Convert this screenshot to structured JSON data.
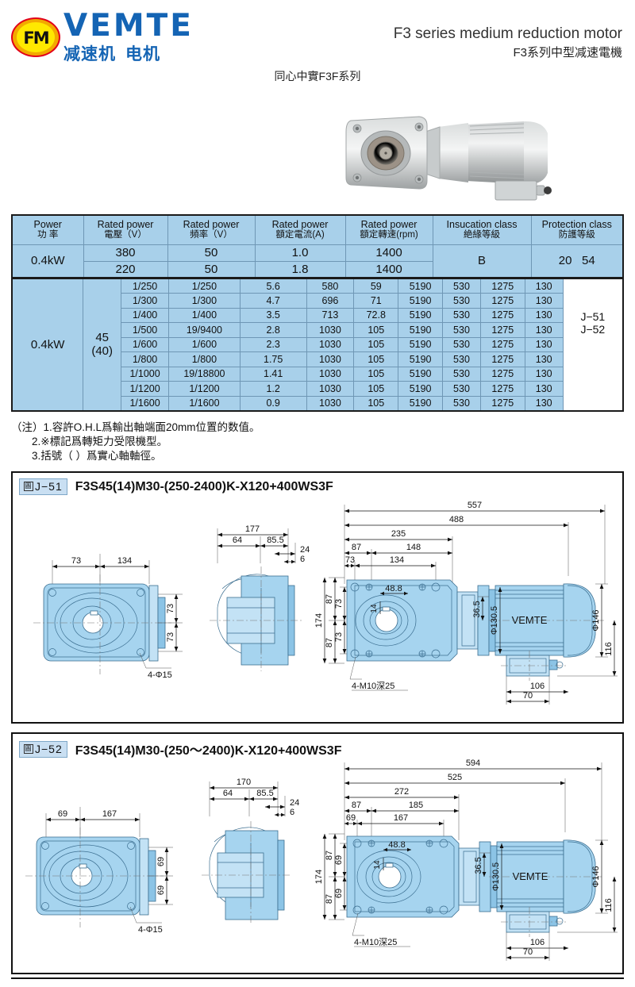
{
  "brand": {
    "name": "VEMTE",
    "monogram": "FM",
    "cn_left": "减速机",
    "cn_right": "电机"
  },
  "header": {
    "title_en": "F3 series medium reduction motor",
    "title_cn": "F3系列中型减速電機",
    "subtitle_cn": "同心中實F3F系列"
  },
  "spec_table": {
    "headers": [
      {
        "en": "Power",
        "cn": "功 率"
      },
      {
        "en": "Rated power",
        "cn": "電壓（V）"
      },
      {
        "en": "Rated power",
        "cn": "頻率（V）"
      },
      {
        "en": "Rated power",
        "cn": "額定電流(A)"
      },
      {
        "en": "Rated power",
        "cn": "額定轉速(rpm)"
      },
      {
        "en": "Insucation class",
        "cn": "絶緣等級"
      },
      {
        "en": "Protection class",
        "cn": "防護等級"
      }
    ],
    "power": "0.4kW",
    "rows": [
      {
        "voltage": "380",
        "frequency": "50",
        "current": "1.0",
        "speed": "1400"
      },
      {
        "voltage": "220",
        "frequency": "50",
        "current": "1.8",
        "speed": "1400"
      }
    ],
    "insulation_class": "B",
    "protection_class_1": "20",
    "protection_class_2": "54"
  },
  "ratio_table": {
    "power": "0.4kW",
    "shaft": "45",
    "shaft_sub": "(40)",
    "rows": [
      {
        "ratio": "1/250",
        "ratio2": "1/250",
        "c3": "5.6",
        "c4": "580",
        "c5": "59",
        "c6": "5190",
        "c7": "530",
        "c8": "1275",
        "c9": "130"
      },
      {
        "ratio": "1/300",
        "ratio2": "1/300",
        "c3": "4.7",
        "c4": "696",
        "c5": "71",
        "c6": "5190",
        "c7": "530",
        "c8": "1275",
        "c9": "130"
      },
      {
        "ratio": "1/400",
        "ratio2": "1/400",
        "c3": "3.5",
        "c4": "713",
        "c5": "72.8",
        "c6": "5190",
        "c7": "530",
        "c8": "1275",
        "c9": "130"
      },
      {
        "ratio": "1/500",
        "ratio2": "19/9400",
        "c3": "2.8",
        "c4": "1030",
        "c5": "105",
        "c6": "5190",
        "c7": "530",
        "c8": "1275",
        "c9": "130"
      },
      {
        "ratio": "1/600",
        "ratio2": "1/600",
        "c3": "2.3",
        "c4": "1030",
        "c5": "105",
        "c6": "5190",
        "c7": "530",
        "c8": "1275",
        "c9": "130"
      },
      {
        "ratio": "1/800",
        "ratio2": "1/800",
        "c3": "1.75",
        "c4": "1030",
        "c5": "105",
        "c6": "5190",
        "c7": "530",
        "c8": "1275",
        "c9": "130"
      },
      {
        "ratio": "1/1000",
        "ratio2": "19/18800",
        "c3": "1.41",
        "c4": "1030",
        "c5": "105",
        "c6": "5190",
        "c7": "530",
        "c8": "1275",
        "c9": "130"
      },
      {
        "ratio": "1/1200",
        "ratio2": "1/1200",
        "c3": "1.2",
        "c4": "1030",
        "c5": "105",
        "c6": "5190",
        "c7": "530",
        "c8": "1275",
        "c9": "130"
      },
      {
        "ratio": "1/1600",
        "ratio2": "1/1600",
        "c3": "0.9",
        "c4": "1030",
        "c5": "105",
        "c6": "5190",
        "c7": "530",
        "c8": "1275",
        "c9": "130"
      }
    ],
    "fig_ref_1": "J−51",
    "fig_ref_2": "J−52"
  },
  "notes": [
    "（注）1.容許O.H.L爲輸出軸端面20mm位置的数值。",
    "2.※標記爲轉矩力受限機型。",
    "3.括號（ ）爲實心軸軸徑。"
  ],
  "panel_j51": {
    "tag": "J−51",
    "tag_icon": "圖",
    "title": "F3S45(14)M30-(250-2400)K-X120+400WS3F",
    "dims": {
      "front_a": "73",
      "front_b": "134",
      "front_right_top": "73",
      "front_right_bot": "73",
      "front_holes": "4-Φ15",
      "side_total": "177",
      "side_a": "64",
      "side_b": "85.5",
      "side_c": "24",
      "side_d": "6",
      "plan_total": "557",
      "plan_488": "488",
      "plan_235": "235",
      "plan_87": "87",
      "plan_148": "148",
      "plan_73": "73",
      "plan_134": "134",
      "plan_174": "174",
      "plan_87a": "87",
      "plan_87b": "87",
      "plan_73a": "73",
      "plan_73b": "73",
      "bore": "48.8",
      "keyway": "14",
      "tap": "4-M10深25",
      "flange_36_5": "36.5",
      "dia_130_5": "Φ130.5",
      "dia_146": "Φ146",
      "h_116": "116",
      "box_70": "70",
      "box_106": "106",
      "motor_label": "VEMTE"
    }
  },
  "panel_j52": {
    "tag": "J−52",
    "tag_icon": "圖",
    "title": "F3S45(14)M30-(250〜2400)K-X120+400WS3F",
    "dims": {
      "front_a": "69",
      "front_b": "167",
      "front_right_top": "69",
      "front_right_bot": "69",
      "front_holes": "4-Φ15",
      "side_total": "170",
      "side_a": "64",
      "side_b": "85.5",
      "side_c": "24",
      "side_d": "6",
      "plan_total": "594",
      "plan_525": "525",
      "plan_272": "272",
      "plan_87": "87",
      "plan_185": "185",
      "plan_69": "69",
      "plan_167": "167",
      "plan_174": "174",
      "plan_87a": "87",
      "plan_87b": "87",
      "plan_69a": "69",
      "plan_69b": "69",
      "bore": "48.8",
      "keyway": "14",
      "tap": "4-M10深25",
      "flange_36_5": "36.5",
      "dia_130_5": "Φ130.5",
      "dia_146": "Φ146",
      "h_116": "116",
      "box_70": "70",
      "box_106": "106",
      "motor_label": "VEMTE"
    }
  }
}
